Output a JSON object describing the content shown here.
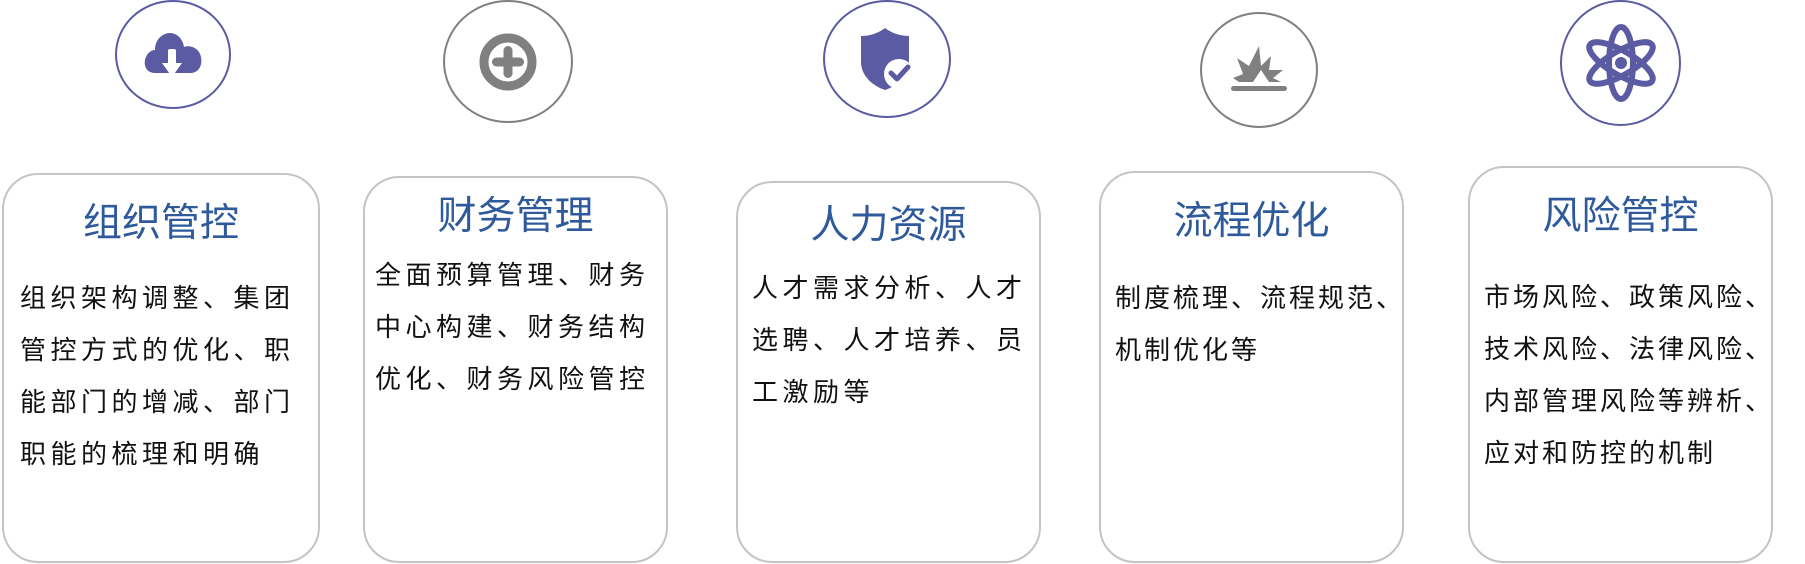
{
  "colors": {
    "accent_purple": "#5b5ba3",
    "icon_gray": "#808080",
    "title_blue": "#2e5a9c",
    "card_border": "#c4c4c4",
    "body_text": "#111111"
  },
  "items": [
    {
      "icon": "cloud-download-icon",
      "icon_color": "purple",
      "title": "组织管控",
      "body_lines": [
        "组织架构调整、集团",
        "管控方式的优化、职",
        "能部门的增减、部门",
        "职能的梳理和明确"
      ]
    },
    {
      "icon": "plus-circle-icon",
      "icon_color": "gray",
      "title": "财务管理",
      "body_lines": [
        "全面预算管理、财务",
        "中心构建、财务结构",
        "优化、财务风险管控"
      ]
    },
    {
      "icon": "shield-check-icon",
      "icon_color": "purple",
      "title": "人力资源",
      "body_lines": [
        "人才需求分析、人才",
        "选聘、人才培养、员",
        "工激励等"
      ]
    },
    {
      "icon": "explosion-icon",
      "icon_color": "gray",
      "title": "流程优化",
      "body_lines": [
        "制度梳理、流程规范、",
        "机制优化等"
      ]
    },
    {
      "icon": "atom-icon",
      "icon_color": "purple",
      "title": "风险管控",
      "body_lines": [
        "市场风险、政策风险、",
        "技术风险、法律风险、",
        "内部管理风险等辨析、",
        "应对和防控的机制"
      ]
    }
  ]
}
